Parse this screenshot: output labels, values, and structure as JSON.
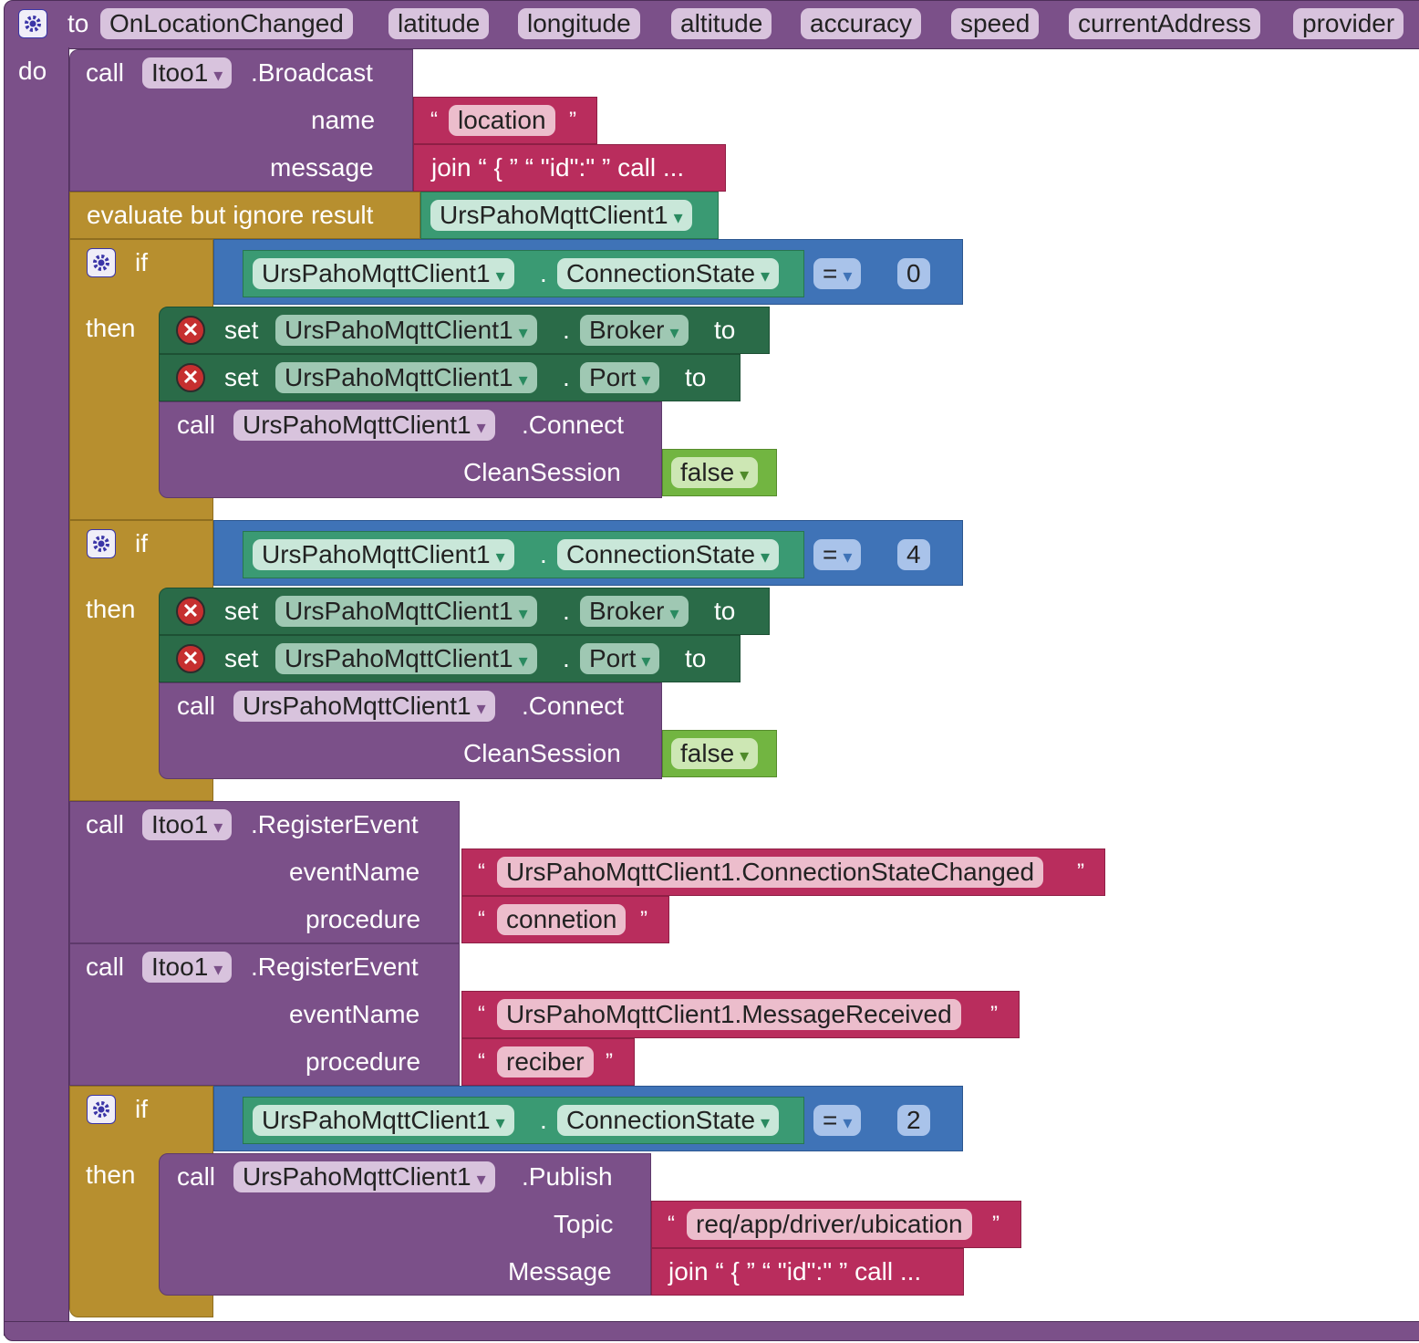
{
  "event": {
    "to": "to",
    "name": "OnLocationChanged",
    "params": [
      "latitude",
      "longitude",
      "altitude",
      "accuracy",
      "speed",
      "currentAddress",
      "provider"
    ],
    "do": "do"
  },
  "broadcast": {
    "call": "call",
    "component": "Itoo1",
    "method": ".Broadcast",
    "name_label": "name",
    "name_value": "location",
    "message_label": "message",
    "message_value": "join “ { ” “ \"id\":\" ” call ..."
  },
  "evaluate": {
    "label": "evaluate but ignore result",
    "component": "UrsPahoMqttClient1"
  },
  "if_blocks": [
    {
      "if": "if",
      "then": "then",
      "component": "UrsPahoMqttClient1",
      "dot": ".",
      "property": "ConnectionState",
      "op": "=",
      "value": "0",
      "set1": {
        "set": "set",
        "component": "UrsPahoMqttClient1",
        "dot": ".",
        "property": "Broker",
        "to": "to"
      },
      "set2": {
        "set": "set",
        "component": "UrsPahoMqttClient1",
        "dot": ".",
        "property": "Port",
        "to": "to"
      },
      "connect": {
        "call": "call",
        "component": "UrsPahoMqttClient1",
        "method": ".Connect",
        "arg": "CleanSession",
        "value": "false"
      }
    },
    {
      "if": "if",
      "then": "then",
      "component": "UrsPahoMqttClient1",
      "dot": ".",
      "property": "ConnectionState",
      "op": "=",
      "value": "4",
      "set1": {
        "set": "set",
        "component": "UrsPahoMqttClient1",
        "dot": ".",
        "property": "Broker",
        "to": "to"
      },
      "set2": {
        "set": "set",
        "component": "UrsPahoMqttClient1",
        "dot": ".",
        "property": "Port",
        "to": "to"
      },
      "connect": {
        "call": "call",
        "component": "UrsPahoMqttClient1",
        "method": ".Connect",
        "arg": "CleanSession",
        "value": "false"
      }
    }
  ],
  "register1": {
    "call": "call",
    "component": "Itoo1",
    "method": ".RegisterEvent",
    "event_label": "eventName",
    "event_value": "UrsPahoMqttClient1.ConnectionStateChanged",
    "proc_label": "procedure",
    "proc_value": "connetion"
  },
  "register2": {
    "call": "call",
    "component": "Itoo1",
    "method": ".RegisterEvent",
    "event_label": "eventName",
    "event_value": "UrsPahoMqttClient1.MessageReceived",
    "proc_label": "procedure",
    "proc_value": "reciber"
  },
  "if3": {
    "if": "if",
    "then": "then",
    "component": "UrsPahoMqttClient1",
    "dot": ".",
    "property": "ConnectionState",
    "op": "=",
    "value": "2",
    "publish": {
      "call": "call",
      "component": "UrsPahoMqttClient1",
      "method": ".Publish",
      "topic_label": "Topic",
      "topic_value": "req/app/driver/ubication",
      "message_label": "Message",
      "message_value": "join “ { ” “ \"id\":\" ” call ..."
    }
  },
  "quotes": {
    "open": "“",
    "close": "”"
  },
  "icons": {
    "gear": "gear-icon",
    "error": "error-icon",
    "dropdown": "▾"
  },
  "colors": {
    "procedure": "#7b5089",
    "control": "#b78f2f",
    "text": "#b92d5d",
    "compare": "#3f73b7",
    "component": "#3a9a73",
    "setter": "#2a6b48",
    "logic": "#72b541"
  }
}
